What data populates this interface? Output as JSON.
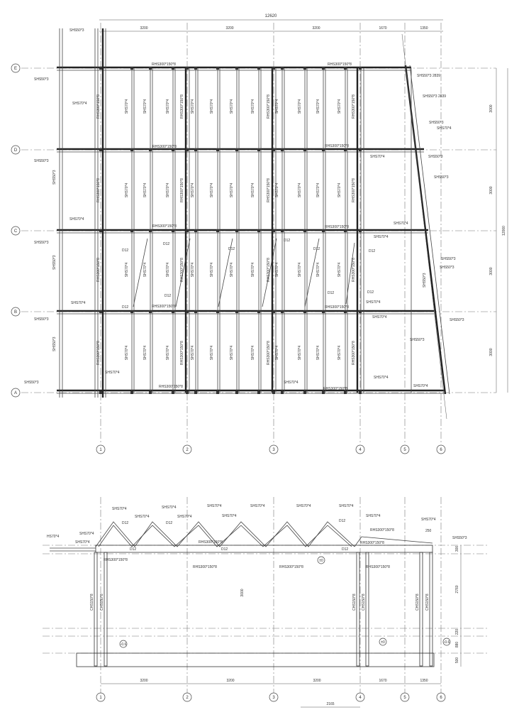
{
  "plan": {
    "overall_dimension": "12620",
    "top_dimensions": [
      "3200",
      "3200",
      "3200",
      "1670",
      "1350"
    ],
    "right_dimensions": [
      "3000",
      "3000",
      "3000",
      "3000"
    ],
    "overall_height": "12000",
    "row_axes": [
      "E",
      "D",
      "C",
      "B",
      "A"
    ],
    "column_axes": [
      "1",
      "2",
      "3",
      "4",
      "5",
      "6"
    ],
    "beam_labels": [
      "RHS300*150*8",
      "RHS300*150*8",
      "RHS300*150*8",
      "RHS300*150*8",
      "RHS300*150*8",
      "RHS300*150*8",
      "RHS300*150*8",
      "RHS300*150*8"
    ],
    "left_labels": [
      "SHS50*3",
      "SHS50*3",
      "SHS70*4",
      "SHS50*3",
      "SHS50*3",
      "SHS70*4",
      "SHS50*3",
      "SHS50*3",
      "SHS70*4",
      "SHS50*3",
      "SHS50*3",
      "SHS70*4",
      "SHS50*3"
    ],
    "right_labels": [
      "SHS50*3 2839",
      "SHS50*3 2839",
      "SHS50*3",
      "SHS70*4",
      "SHS50*3",
      "SHS50*3",
      "SHS70*4",
      "SHS70*4",
      "SHS50*3",
      "SHS50*3",
      "SHS70*4",
      "SHS50*3",
      "SHS70*4",
      "SHS50*3",
      "SHS70*4",
      "SHS70*4",
      "SHS50*3",
      "SHS70*4",
      "SHS70*4"
    ],
    "purlin_label": "SHS70*4",
    "column_label": "RHS300*150*8",
    "diagonal_label": "D12"
  },
  "section": {
    "top_labels": [
      "SHS70*4",
      "SHS70*4",
      "SHS70*4",
      "SHS70*4",
      "SHS70*4",
      "SHS70*4",
      "SHS70*4",
      "SHS70*4",
      "SHS70*4",
      "SHS70*4",
      "SHS70*4"
    ],
    "left_labels": [
      "HS70*4",
      "SHS70*4",
      "SHS70*4"
    ],
    "diagonal_label": "D12",
    "beam_labels": [
      "RHS300*150*8",
      "RHS300*150*8",
      "RHS300*150*8",
      "RHS300*150*8",
      "RHS300*150*8",
      "RHS300*150*8"
    ],
    "right_labels": [
      "RHS300*150*8",
      "250",
      "SHS50*3"
    ],
    "column_label": "CHS150*8",
    "height_label": "3000",
    "right_dimensions": [
      "300",
      "2760",
      "220",
      "880",
      "500"
    ],
    "bottom_dimensions": [
      "3200",
      "3200",
      "3200",
      "1670",
      "1350"
    ],
    "offset_dimension": "2165",
    "level_marks": [
      "-0.6",
      "±0",
      "±0",
      "-0.6"
    ]
  }
}
